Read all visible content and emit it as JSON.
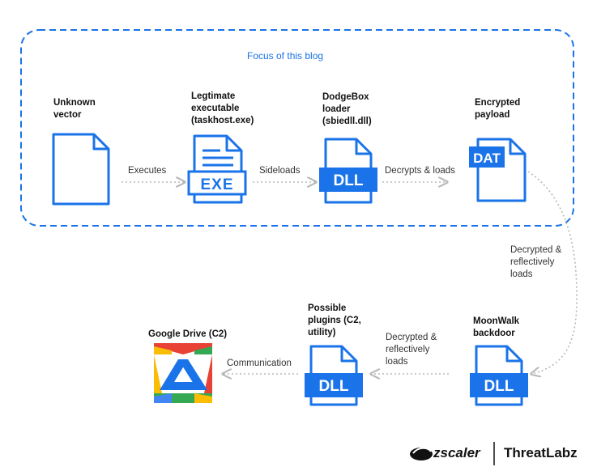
{
  "focus_label": "Focus of this blog",
  "nodes": {
    "unknown_vector": "Unknown\nvector",
    "legit_exe": "Legtimate\nexecutable\n(taskhost.exe)",
    "dodgebox": "DodgeBox\nloader\n(sbiedll.dll)",
    "encrypted_payload": "Encrypted\npayload",
    "moonwalk": "MoonWalk\nbackdoor",
    "plugins": "Possible\nplugins (C2,\nutility)",
    "google_drive": "Google Drive (C2)"
  },
  "edges": {
    "executes": "Executes",
    "sideloads": "Sideloads",
    "decrypts_loads": "Decrypts & loads",
    "decrypted_reflective_1": "Decrypted &\nreflectively\nloads",
    "decrypted_reflective_2": "Decrypted &\nreflectively\nloads",
    "communication": "Communication"
  },
  "file_tags": {
    "exe": "EXE",
    "dll": "DLL",
    "dat": "DAT"
  },
  "branding": {
    "zscaler": "zscaler",
    "threatlabz": "ThreatLabz"
  },
  "colors": {
    "accent": "#1a73e8",
    "arrow": "#b8b8b8",
    "text": "#111111"
  }
}
